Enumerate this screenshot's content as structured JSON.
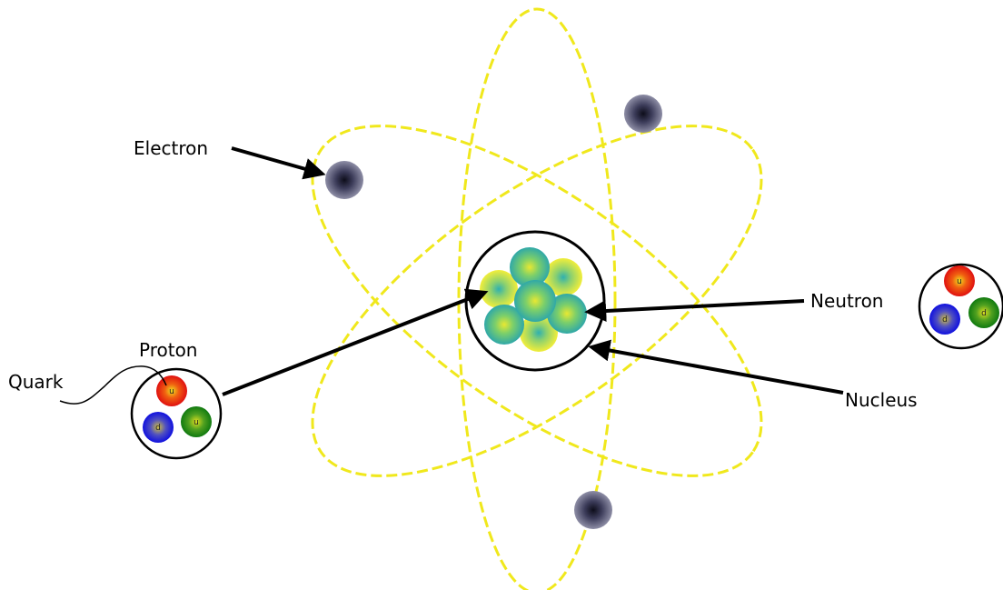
{
  "labels": {
    "electron": "Electron",
    "neutron": "Neutron",
    "nucleus": "Nucleus",
    "proton": "Proton",
    "quark": "Quark"
  },
  "proton_quarks": [
    "u",
    "d",
    "u"
  ],
  "neutron_quarks": [
    "u",
    "d",
    "d"
  ],
  "colors": {
    "orbit": "#f0e81c",
    "electron": "#5a5a7a",
    "quark_up": "#e03010",
    "quark_down_blue": "#1a2ad8",
    "quark_green": "#1a8a1a",
    "nucleon_teal": "#3ab8a8",
    "nucleon_yellow": "#e6e830"
  }
}
